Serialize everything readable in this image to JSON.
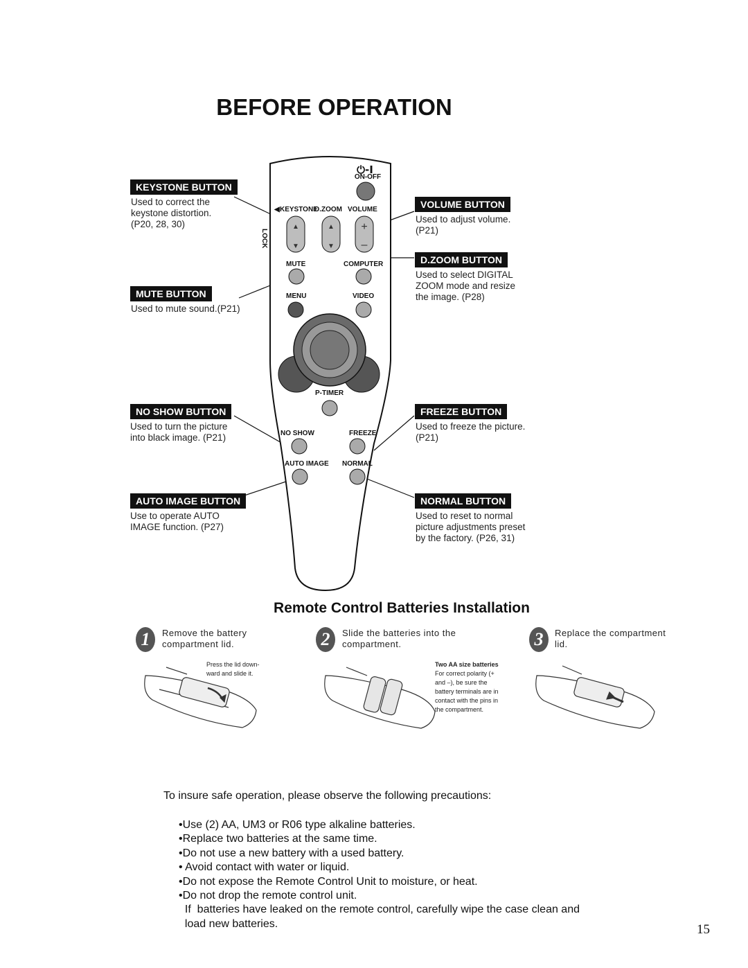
{
  "page_title": "BEFORE OPERATION",
  "remote": {
    "power_symbol": "⏻-I",
    "buttons": {
      "on_off": "ON-OFF",
      "keystone": "KEYSTONE",
      "dzoom": "D.ZOOM",
      "volume": "VOLUME",
      "lock": "LOCK",
      "mute": "MUTE",
      "computer": "COMPUTER",
      "menu": "MENU",
      "video": "VIDEO",
      "ptimer": "P-TIMER",
      "no_show": "NO SHOW",
      "freeze": "FREEZE",
      "auto_image": "AUTO IMAGE",
      "normal": "NORMAL"
    }
  },
  "callouts": {
    "keystone": {
      "label": "KEYSTONE BUTTON",
      "lines": [
        "Used to correct the",
        "keystone distortion.",
        "(P20, 28, 30)"
      ]
    },
    "mute": {
      "label": "MUTE BUTTON",
      "lines": [
        "Used to mute sound.(P21)"
      ]
    },
    "no_show": {
      "label": "NO SHOW BUTTON",
      "lines": [
        "Used to turn the picture",
        "into black image.  (P21)"
      ]
    },
    "auto_image": {
      "label": "AUTO IMAGE BUTTON",
      "lines": [
        "Use to operate AUTO",
        "IMAGE function.  (P27)"
      ]
    },
    "volume": {
      "label": "VOLUME BUTTON",
      "lines": [
        "Used to adjust volume.",
        "(P21)"
      ]
    },
    "dzoom": {
      "label": "D.ZOOM BUTTON",
      "lines": [
        "Used to select DIGITAL",
        "ZOOM mode and resize",
        "the image. (P28)"
      ]
    },
    "freeze": {
      "label": "FREEZE BUTTON",
      "lines": [
        "Used to freeze the picture.",
        "(P21)"
      ]
    },
    "normal": {
      "label": "NORMAL BUTTON",
      "lines": [
        "Used to reset to normal",
        "picture adjustments preset",
        "by the factory. (P26, 31)"
      ]
    }
  },
  "batteries": {
    "title": "Remote Control Batteries Installation",
    "steps": [
      {
        "num": "1",
        "lines": [
          "Remove the battery",
          "compartment lid."
        ],
        "note": [
          "Press the lid down-",
          "ward and slide it."
        ]
      },
      {
        "num": "2",
        "lines": [
          "Slide the batteries into the",
          "compartment."
        ],
        "note_title": "Two AA size batteries",
        "note": [
          "For correct polarity (+",
          "and –), be sure the",
          "battery terminals are in",
          "contact with the pins in",
          "the compartment."
        ]
      },
      {
        "num": "3",
        "lines": [
          "Replace the compartment",
          "lid."
        ]
      }
    ]
  },
  "precautions": {
    "intro": "To insure safe operation, please observe the following precautions:",
    "items": [
      "•Use (2) AA, UM3 or R06 type alkaline batteries.",
      "•Replace two batteries at the same time.",
      "•Do not use a new battery with a used battery.",
      "• Avoid contact with water or liquid.",
      "•Do not expose the Remote Control Unit to moisture, or heat.",
      "•Do not drop the remote control unit.",
      "  If  batteries have leaked on the remote control, carefully wipe the case clean and",
      "  load new batteries."
    ]
  },
  "page_number": "15"
}
